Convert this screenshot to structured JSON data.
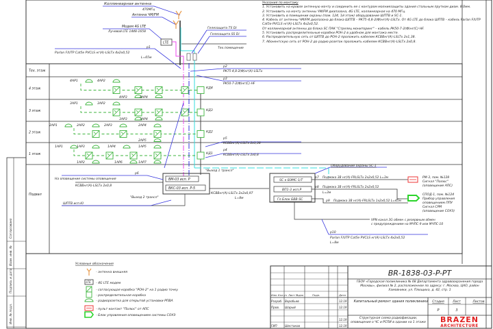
{
  "notes": {
    "title": "Указания по монтажу",
    "items": [
      "1. Установить на кровле антенную мачту и соединить ее с контуром молниезащиты здания стальным прутком диам. 8,0мм.",
      "2. Установить на мачту антенны ЧМ/FM диапазона, 4G LTE, коллинеарная на 470 МГц.",
      "3. Установить в помещении охраны (пом. 124, 1й этаж) оборудование ШПТВ и SC-1.",
      "4. Кабель от антенны ЧМ/FM диапазона до блока ШПТВ – РК75-4,8-2(Ф)нг(А)-LSLTx. От 4G LTE до блока ШПТВ – кабель Parlan F/UTP Cat5e PVCLS нг(А)-LSLTx 4х2х0,52.",
      "От коллинеарной антенны до блока SC ПАК \"Стрелец мониторинг\" – кабель РК50-7-2(Ф)нг(С)-HF.",
      "5. Установить распределительные коробки РОН-2 в удобном для монтажа месте.",
      "6. Распределительную сеть от ШПТВ до РОН-2 проложить кабелем КСВВнг(А)-LSLTx 2х1,38.",
      "7. Абонентскую сеть от РОН-2 до радио розеток проложить кабелем КСВВнг(А)-LSLTx 2х0,8."
    ]
  },
  "roof": {
    "collinear": "Коллинеарная антенна",
    "collinear_freq": "470МГц",
    "fm": "Антенна ЧМ/FM",
    "modem": "Модем 4G LTE",
    "modem_type": "Лучевой LTE 1448-1658",
    "lte_label": "LTE",
    "grounding1": "Гелезащита TS Di",
    "grounding2": "Гелезащита SS Di",
    "tech_room": "Тех.помещение",
    "cable_id": "р1",
    "cable": "Parlan F/UTP Cat5e PVCLS нг(А)-LSLTx 4х2х0,52",
    "cable_len": "L=65м"
  },
  "floors": [
    {
      "label": "Тех. этаж",
      "aps": []
    },
    {
      "label": "4 этаж",
      "aps": [
        "4AP1",
        "4AP2",
        "4AP3",
        "4AP4"
      ],
      "kd": "КД4"
    },
    {
      "label": "3 этаж",
      "aps": [
        "3AP1",
        "3AP2",
        "3AP3",
        "3AP4"
      ],
      "kd": "КД3"
    },
    {
      "label": "2 этаж",
      "aps": [
        "2AP1",
        "2AP2",
        "2AP3",
        "2AP4",
        "2AP5"
      ],
      "kd": "КД2"
    },
    {
      "label": "1 этаж",
      "aps": [
        "1AP1",
        "1AP2",
        "1AP3",
        "1AP4",
        "1AP5",
        "1AP6",
        "1AP7"
      ],
      "kd": "КД1"
    },
    {
      "label": "Подвал",
      "aps": []
    }
  ],
  "riser_cables": [
    {
      "id": "р2",
      "text": "РК75-4,8-2(Ф)нг(А)-LSLTx"
    },
    {
      "id": "р3",
      "text": "РК50-7-2(Ф)нг(С)-HF"
    },
    {
      "id": "р5",
      "text": "КСВВнг(А)-LSLTx 2х1,38"
    },
    {
      "id": "р4",
      "text": "КСВВнг(А)-LSLTx 2х0,8"
    }
  ],
  "basement": {
    "vm": "ВМ-03 исп. Р",
    "vks": "ВКС-03 исп. Р-5",
    "out1": "\"Выход 1 трансл\"",
    "out2": "\"Выход 2 трансл\"",
    "to_alert": "На оповещение системы оповещения",
    "p6": "р6",
    "cable_p6": "КСВВнг(А)-LSLTx 2х0,8",
    "cable_mid": "КСВВнг(А)-LSLTx 2х2х0,97",
    "cable_mid_len": "L=8м",
    "shptv": "ШПТВ исп.Ю",
    "sc_header": "Оборудование охраны SC-1",
    "sc1": "SC к ВЭМС-1/Т",
    "sc2": "ВП1-3 исп.Р",
    "sc3": "Гл.Блок БВВ-SC",
    "p7": "р7",
    "c7": "Подмока 3В нг(А)-FRLSLTx 2х2х0,52 L=3м",
    "p8": "р8",
    "c8": "Подмока 3В нг(А)-FRLSLTx 2х2х0,52",
    "c8_len": "L=3м",
    "p9": "р9",
    "c9": "Подмока 3В нг(А)-FRLSLTx 1х2х0,52 L=45м",
    "vpn": "VPN канал 3G обмен с резервным обмен",
    "vpn2": "с предупреждением на МЧПС-9 или МЧПС-10",
    "p10": "р10",
    "c10": "Parlan F/UTP Cat5e PVCLS нг(А)-LSLTx 4х2х0,52",
    "c10_len": "L=8м",
    "rm3": "РМ-3, пом. №128",
    "rm3b": "Сигнал \"Полюс\"",
    "rm3c": "(оповещение АПС)",
    "spod": "СПОД-1, пом. №124",
    "spodb": "Прибор управления",
    "spodc": "оповещением ППУ",
    "spodd": "Сигнал СРМ",
    "spode": "(оповещение СОУЭ)"
  },
  "legend": {
    "title": "Условные обозначения",
    "items": [
      "- антенна внешняя",
      "- 4G LTE модем",
      "- согласующая коробка \"РОН-2\" на 1 радио точку",
      "- распределительная коробка",
      "- радиорозетка для открытой установки РПВА",
      "- пульт контакт \"Полюс\" от АПС",
      "- Блок управления оповещением системы СОУЭ"
    ],
    "lte": "LTE"
  },
  "stamp": {
    "side_labels": [
      "Согласовано",
      "Взам. инв. №",
      "Подпись и дата",
      "Инв. № подл."
    ],
    "code": "BR-1838-03-P-PT",
    "object": "ГБОУ «Городская поликлиника № 68 Департамента здравоохранения города Москвы», филиал № 2, расположенное по адресу: г. Москва, ЦАО, район Хамовники, ул. Плющиха, д. 42, стр. 1",
    "headers": [
      "Изм.",
      "Кол.уч",
      "Лист",
      "№док",
      "Подп.",
      "Дата"
    ],
    "rows": [
      {
        "role": "Разраб.",
        "name": "Воробьев",
        "date": "12.19"
      },
      {
        "role": "Пров.",
        "name": "Шарый",
        "date": "12.19"
      },
      {
        "role": "",
        "name": "",
        "date": ""
      },
      {
        "role": "",
        "name": "",
        "date": "12.19"
      },
      {
        "role": "ГИП",
        "name": "Шестаков",
        "date": "12.19"
      }
    ],
    "project": "Капитальный ремонт здания поликлиники",
    "stage_h": "Стадия",
    "sheet_h": "Лист",
    "sheets_h": "Листов",
    "stage": "P",
    "sheet": "3",
    "sheet_title": "Структурная схема радиофикации, оповещения о ЧС и РСПИ в здании на 1 этаже",
    "logo1": "BRAZEN",
    "logo2": "ARCHITECTURE"
  },
  "colors": {
    "green": "#3cb43c",
    "blue": "#3333dd",
    "magenta": "#ee44ee",
    "cyan": "#33dddd",
    "red": "#ee3333",
    "orange": "#e89a4a"
  }
}
